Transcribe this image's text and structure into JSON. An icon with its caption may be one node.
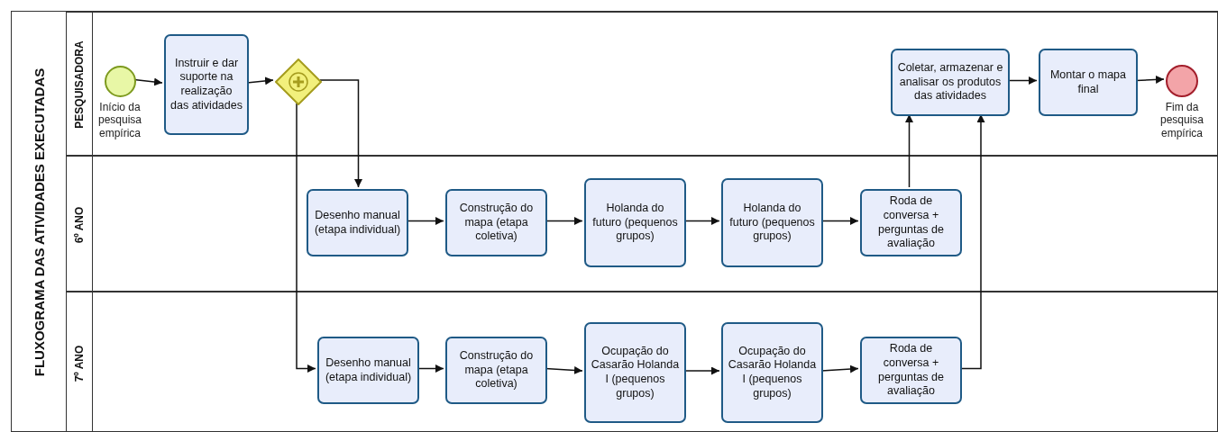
{
  "diagram": {
    "nodes": [
      {
        "text": [
          "FLUXOGRAMA DAS ATIVIDADES EXECUTADAS"
        ]
      },
      {
        "text": [
          "PESQUISADORA"
        ],
        "in": 0
      },
      {
        "text": [],
        "shape": "circle",
        "beside": [
          "Início da pesquisa empírica"
        ],
        "in": 1
      },
      {
        "text": [
          "Instruir e dar suporte na realização das atividades"
        ],
        "in": 1
      },
      {
        "text": [],
        "shape": "diamond",
        "in": 1
      },
      {
        "text": [
          "Coletar, armazenar e analisar os produtos das atividades"
        ],
        "in": 1
      },
      {
        "text": [
          "Montar o mapa final"
        ],
        "in": 1
      },
      {
        "text": [],
        "shape": "circle",
        "beside": [
          "Fim da pesquisa empírica"
        ],
        "in": 1
      },
      {
        "text": [
          "6º ANO"
        ],
        "in": 0
      },
      {
        "text": [
          "Desenho manual (etapa individual)"
        ],
        "in": 8
      },
      {
        "text": [
          "Construção do mapa (etapa coletiva)"
        ],
        "in": 8
      },
      {
        "text": [
          "Holanda do futuro (pequenos grupos)"
        ],
        "in": 8
      },
      {
        "text": [
          "Holanda do futuro (pequenos grupos)"
        ],
        "in": 8
      },
      {
        "text": [
          "Roda de conversa + perguntas de avaliação"
        ],
        "in": 8
      },
      {
        "text": [
          "7º ANO"
        ],
        "in": 0
      },
      {
        "text": [
          "Desenho manual (etapa individual)"
        ],
        "in": 14
      },
      {
        "text": [
          "Construção do mapa (etapa coletiva)"
        ],
        "in": 14
      },
      {
        "text": [
          "Ocupação do Casarão Holanda I (pequenos grupos)"
        ],
        "in": 14
      },
      {
        "text": [
          "Ocupação do Casarão Holanda I (pequenos grupos)"
        ],
        "in": 14
      },
      {
        "text": [
          "Roda de conversa + perguntas de avaliação"
        ],
        "in": 14
      }
    ],
    "edges": [
      {
        "from": 2,
        "to": 3,
        "arrow": "to"
      },
      {
        "from": 3,
        "to": 4,
        "arrow": "to"
      },
      {
        "from": 4,
        "to": 9,
        "arrow": "to"
      },
      {
        "from": 4,
        "to": 15,
        "arrow": "to"
      },
      {
        "from": 9,
        "to": 10,
        "arrow": "to"
      },
      {
        "from": 10,
        "to": 11,
        "arrow": "to"
      },
      {
        "from": 11,
        "to": 12,
        "arrow": "to"
      },
      {
        "from": 12,
        "to": 13,
        "arrow": "to"
      },
      {
        "from": 13,
        "to": 5,
        "arrow": "to"
      },
      {
        "from": 15,
        "to": 16,
        "arrow": "to"
      },
      {
        "from": 16,
        "to": 17,
        "arrow": "to"
      },
      {
        "from": 17,
        "to": 18,
        "arrow": "to"
      },
      {
        "from": 18,
        "to": 19,
        "arrow": "to"
      },
      {
        "from": 19,
        "to": 5,
        "arrow": "to"
      },
      {
        "from": 5,
        "to": 6,
        "arrow": "to"
      },
      {
        "from": 6,
        "to": 7,
        "arrow": "to"
      }
    ]
  }
}
